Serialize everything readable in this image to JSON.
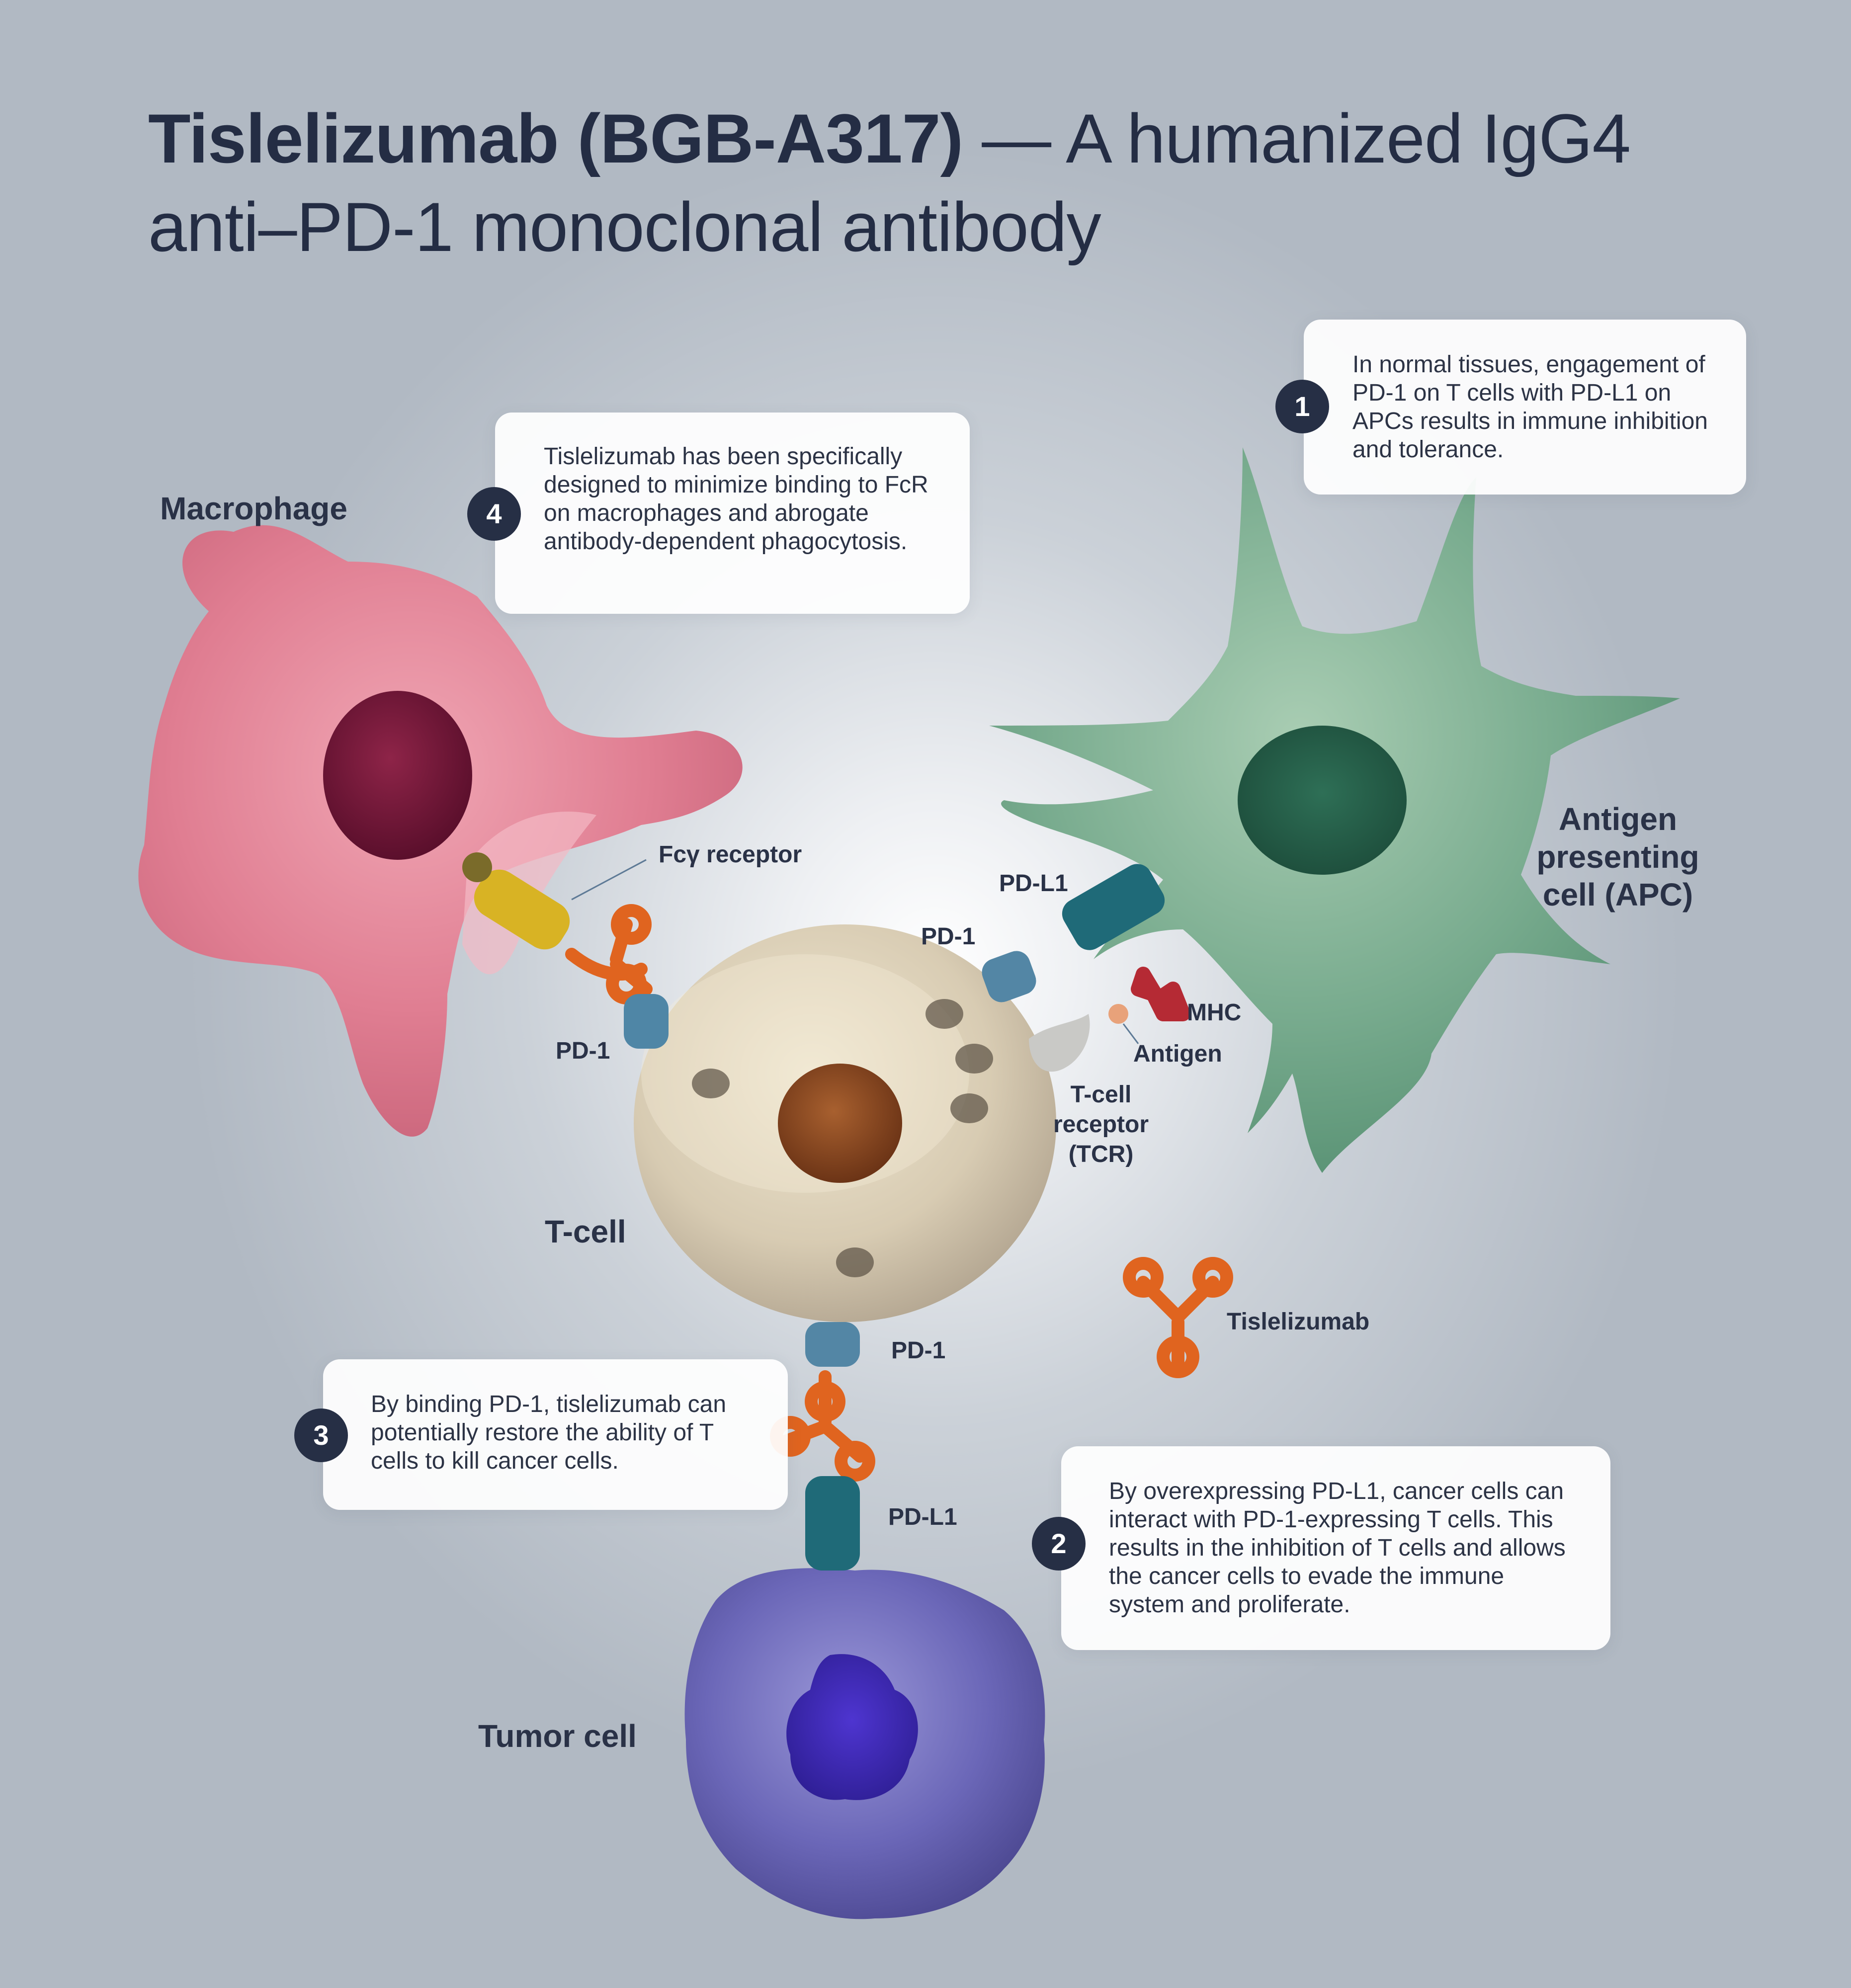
{
  "title": {
    "line1_bold": "Tislelizumab (BGB-A317)",
    "line1_rest": " — A humanized IgG4",
    "line2": "anti–PD-1 monoclonal antibody"
  },
  "callouts": [
    {
      "number": "1",
      "text": "In normal tissues, engagement of PD-1 on T cells with PD-L1 on APCs results in immune inhibition and tolerance."
    },
    {
      "number": "2",
      "text": "By overexpressing PD-L1, cancer cells can interact with PD-1-expressing T cells. This results in the inhibition of T cells and allows the cancer cells to evade the immune system and proliferate."
    },
    {
      "number": "3",
      "text": "By binding PD-1, tislelizumab can potentially restore the ability of T cells to kill cancer cells."
    },
    {
      "number": "4",
      "text": "Tislelizumab has been specifically designed to minimize binding to FcR on macrophages and abrogate antibody-dependent phagocytosis."
    }
  ],
  "cell_labels": {
    "macrophage": "Macrophage",
    "apc_line1": "Antigen",
    "apc_line2": "presenting",
    "apc_line3": "cell (APC)",
    "tcell": "T-cell",
    "tumor": "Tumor cell"
  },
  "molecule_labels": {
    "fcy_receptor": "Fcγ receptor",
    "pd1_macrophage": "PD-1",
    "pd1_apc": "PD-1",
    "pdl1_apc": "PD-L1",
    "mhc": "MHC",
    "antigen": "Antigen",
    "tcr_line1": "T-cell",
    "tcr_line2": "receptor",
    "tcr_line3": "(TCR)",
    "pd1_tumor": "PD-1",
    "pdl1_tumor": "PD-L1",
    "tislelizumab": "Tislelizumab"
  },
  "colors": {
    "background": "#b1b9c3",
    "title": "#242d44",
    "macrophage": "#e07e92",
    "apc": "#6fa386",
    "tcell": "#d8cbb0",
    "tumor": "#6a66b8",
    "antibody": "#e0641f",
    "pd1": "#4f86a6",
    "pdl1": "#1f6a78",
    "fc_receptor": "#d8b324",
    "mhc": "#b52a34"
  }
}
